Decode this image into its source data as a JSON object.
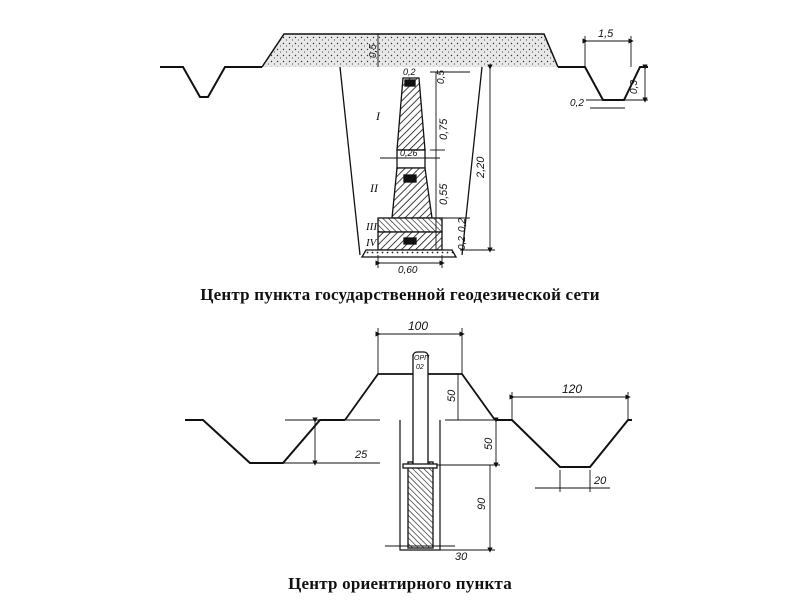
{
  "captions": {
    "top": "Центр пункта государственной геодезической сети",
    "bottom": "Центр ориентирного пункта"
  },
  "top_diagram": {
    "dimensions": {
      "ditch_width": "1,5",
      "ditch_depth": "0,3",
      "ditch_bottom": "0,2",
      "mound_height": "0,5",
      "top_gap": "0,2",
      "top_gap_right": "0,5",
      "pillar_upper": "0,75",
      "mid_width": "0,26",
      "pillar_lower": "0,55",
      "total_depth": "2,20",
      "slab_1": "0,2",
      "slab_2": "0,2",
      "base_width": "0,60"
    },
    "sections": {
      "s1": "I",
      "s2": "II",
      "s3": "III",
      "s4": "IV"
    }
  },
  "bottom_diagram": {
    "dimensions": {
      "mound_top_width": "100",
      "mound_height": "50",
      "ditch_width": "120",
      "ditch_depth_left": "25",
      "pit_depth_upper": "50",
      "pit_depth_lower": "90",
      "ditch_bottom": "20",
      "base_width": "30"
    },
    "marker_label": "ОРП",
    "marker_number": "02"
  }
}
